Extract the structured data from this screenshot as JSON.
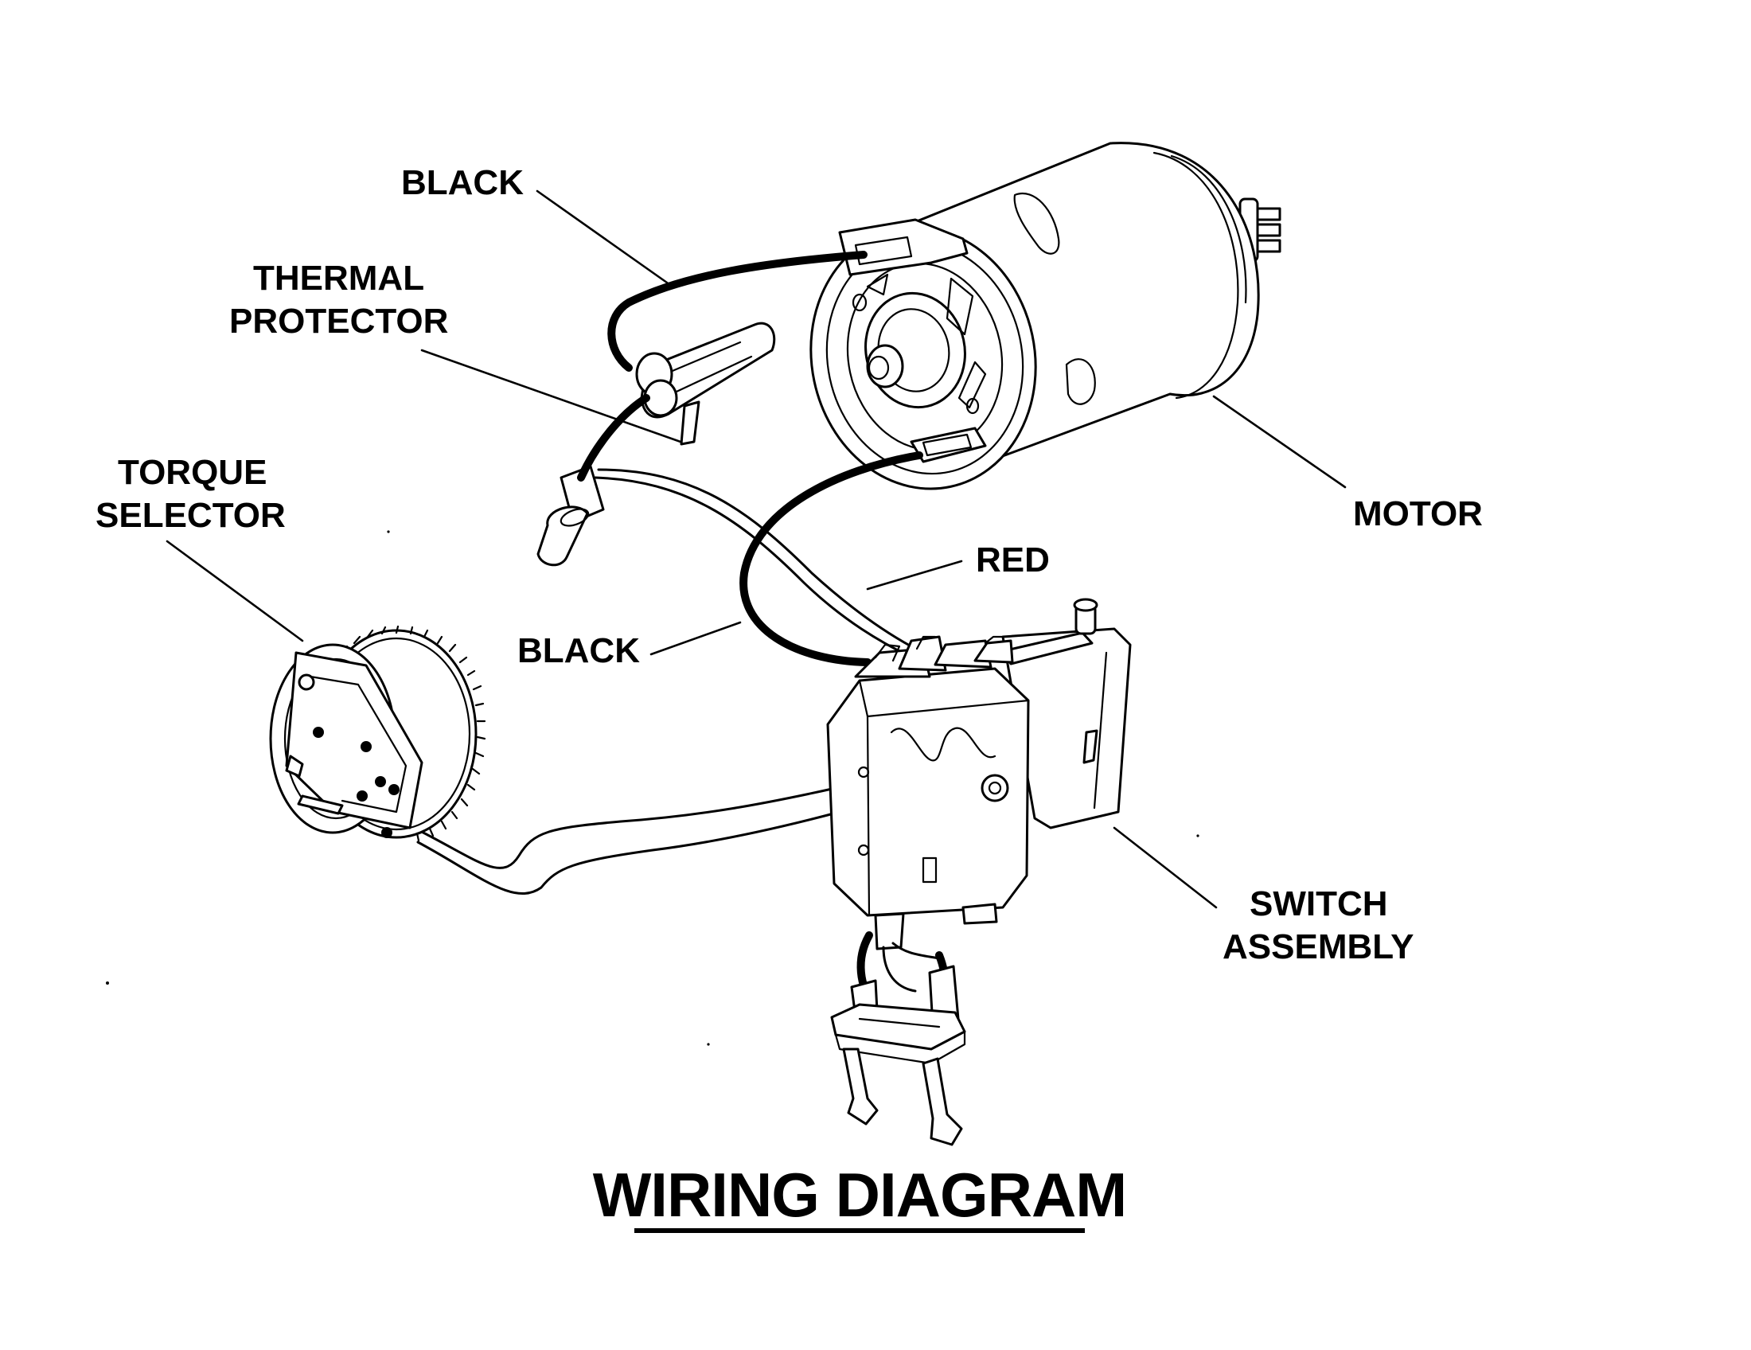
{
  "title": "WIRING DIAGRAM",
  "labels": {
    "black_top": "BLACK",
    "thermal_protector_line1": "THERMAL",
    "thermal_protector_line2": "PROTECTOR",
    "torque_selector_line1": "TORQUE",
    "torque_selector_line2": "SELECTOR",
    "motor": "MOTOR",
    "red": "RED",
    "black_bottom": "BLACK",
    "switch_assembly_line1": "SWITCH",
    "switch_assembly_line2": "ASSEMBLY"
  },
  "colors": {
    "ink": "#000000",
    "paper": "#ffffff"
  }
}
